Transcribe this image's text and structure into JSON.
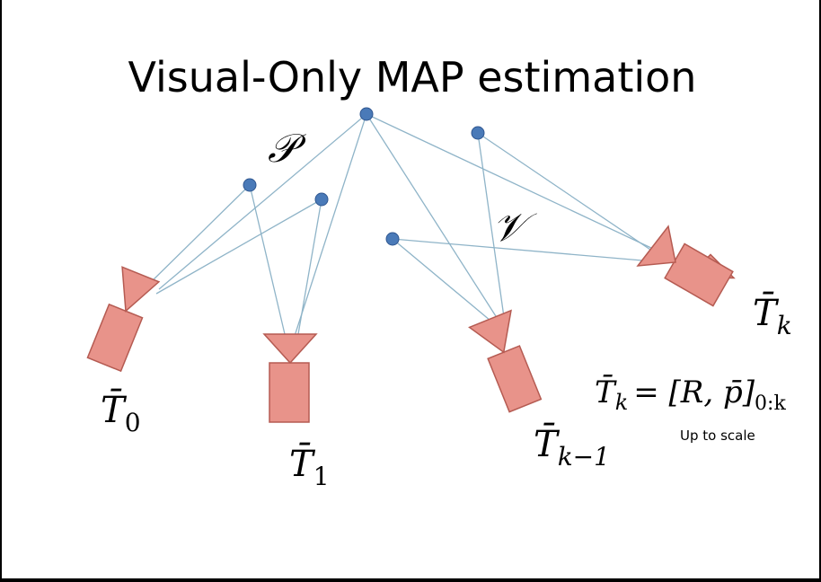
{
  "slide": {
    "title": "Visual-Only MAP estimation",
    "landmark_set_label": "𝒫",
    "visibility_label": "𝒱",
    "pose_labels": {
      "t0": {
        "sym": "T̄",
        "sub": "0"
      },
      "t1": {
        "sym": "T̄",
        "sub": "1"
      },
      "tkm1": {
        "sym": "T̄",
        "sub": "k−1"
      },
      "tk": {
        "sym": "T̄",
        "sub": "k"
      }
    },
    "equation": {
      "lhs_sym": "T̄",
      "lhs_sub": "k",
      "rhs": "= [R, p̄]",
      "rhs_sub": "0:k"
    },
    "note": "Up to scale"
  },
  "colors": {
    "camera_fill": "#e8938a",
    "camera_stroke": "#b55b52",
    "landmark": "#4a7ab8",
    "ray": "#8fb4c8"
  }
}
